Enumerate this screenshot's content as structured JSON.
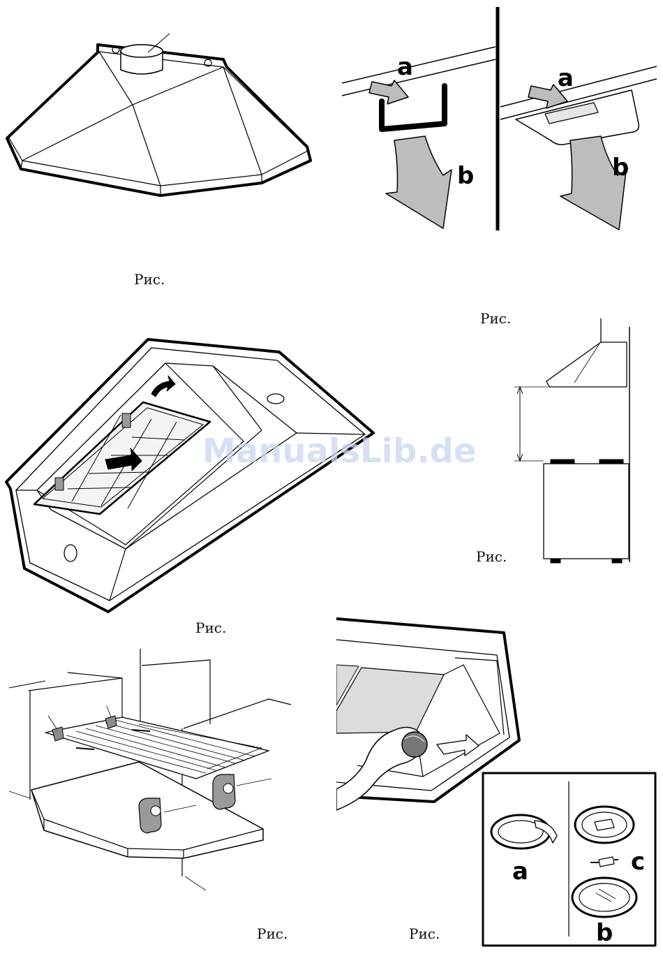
{
  "captions": {
    "fig1": "Рис.",
    "fig2": "Рис.",
    "fig3": "Рис.",
    "fig4": "Рис.",
    "fig5": "Рис.",
    "fig6": "Рис."
  },
  "labels": {
    "a_left": "a",
    "b_left": "b",
    "a_right": "a",
    "b_right": "b",
    "inset_a": "a",
    "inset_b": "b",
    "inset_c": "c"
  },
  "watermark": "ManualsLib.de",
  "colors": {
    "line": "#000000",
    "arrow_fill": "#bdbdbd",
    "filter_gray": "#d9d9d9",
    "watermark": "#c8d8ef"
  }
}
